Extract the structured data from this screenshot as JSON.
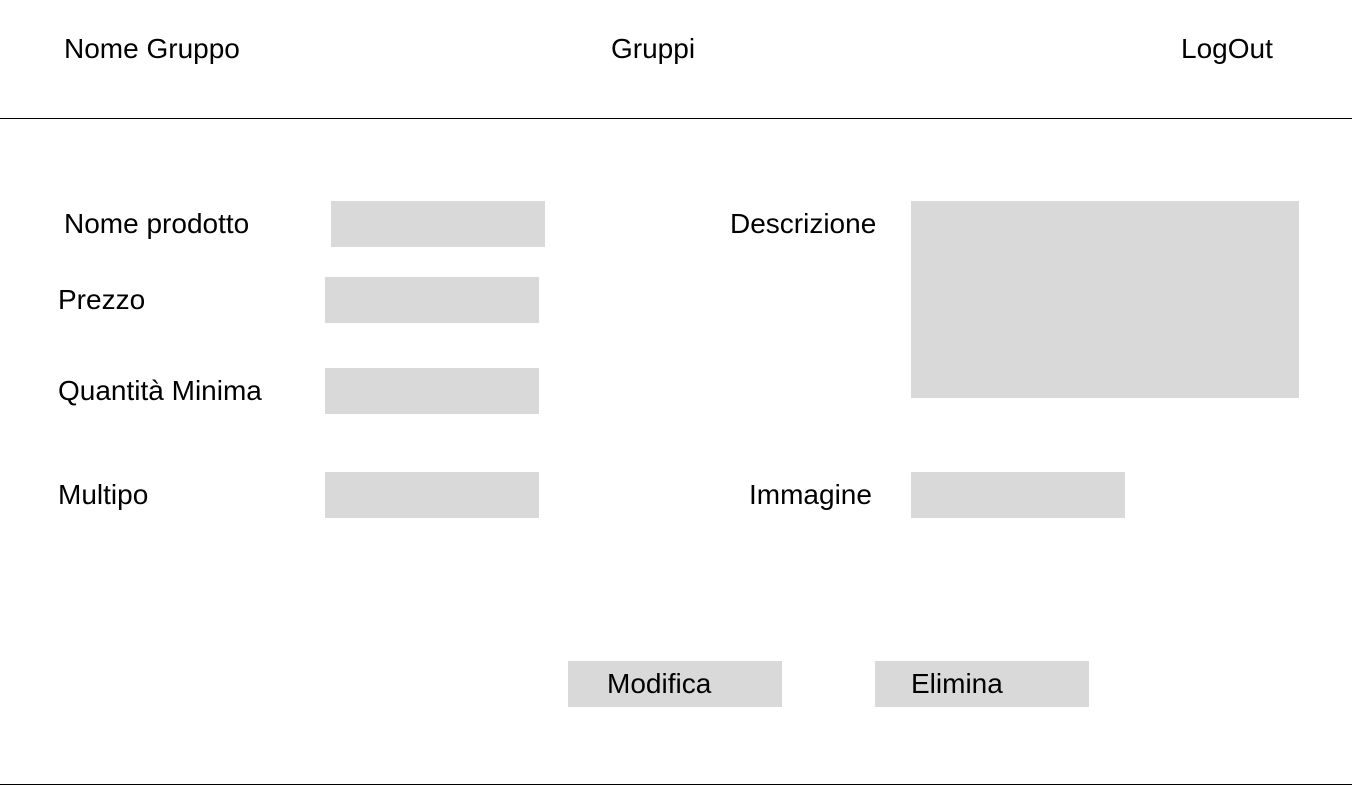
{
  "header": {
    "group_name": "Nome Gruppo",
    "groups_link": "Gruppi",
    "logout_link": "LogOut"
  },
  "form": {
    "product_name_label": "Nome prodotto",
    "product_name_value": "",
    "price_label": "Prezzo",
    "price_value": "",
    "min_quantity_label": "Quantità Minima",
    "min_quantity_value": "",
    "multiple_label": "Multipo",
    "multiple_value": "",
    "description_label": "Descrizione",
    "description_value": "",
    "image_label": "Immagine",
    "image_value": ""
  },
  "actions": {
    "edit_label": "Modifica",
    "delete_label": "Elimina"
  },
  "colors": {
    "field_background": "#d9d9d9",
    "page_background": "#ffffff",
    "text": "#000000"
  }
}
